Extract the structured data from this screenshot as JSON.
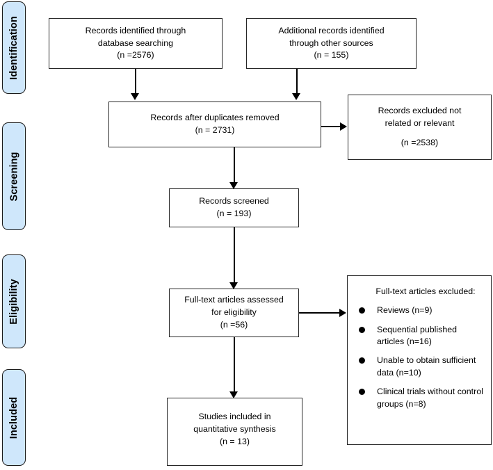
{
  "diagram": {
    "type": "prisma-flow-diagram",
    "stages": [
      {
        "id": "identification",
        "label": "Identification"
      },
      {
        "id": "screening",
        "label": "Screening"
      },
      {
        "id": "eligibility",
        "label": "Eligibility"
      },
      {
        "id": "included",
        "label": "Included"
      }
    ],
    "boxes": {
      "database_search": {
        "line1": "Records identified through",
        "line2": "database searching",
        "line3": "(n =2576)"
      },
      "other_sources": {
        "line1": "Additional records identified",
        "line2": "through other sources",
        "line3": "(n = 155)"
      },
      "duplicates_removed": {
        "line1": "Records after duplicates removed",
        "line2": "(n = 2731)"
      },
      "records_excluded": {
        "line1": "Records excluded not",
        "line2": "related or relevant",
        "line3": "(n =2538)"
      },
      "records_screened": {
        "line1": "Records screened",
        "line2": "(n = 193)"
      },
      "fulltext_assessed": {
        "line1": "Full-text articles assessed",
        "line2": "for eligibility",
        "line3": "(n =56)"
      },
      "fulltext_excluded": {
        "title": "Full-text articles excluded:",
        "items": [
          {
            "line1": "Reviews (n=9)",
            "line2": ""
          },
          {
            "line1": "Sequential published",
            "line2": "articles (n=16)"
          },
          {
            "line1": "Unable to obtain",
            "line2": "sufficient data (n=10)"
          },
          {
            "line1": "Clinical trials without",
            "line2": "control groups (n=8)"
          }
        ]
      },
      "studies_included": {
        "line1": "Studies included in",
        "line2": "quantitative synthesis",
        "line3": "(n = 13)"
      }
    },
    "colors": {
      "stage_tab_fill": "#cfe7fb",
      "stage_tab_border": "#1a1a1a",
      "box_border": "#262626",
      "connector": "#000000",
      "background": "#ffffff"
    }
  }
}
